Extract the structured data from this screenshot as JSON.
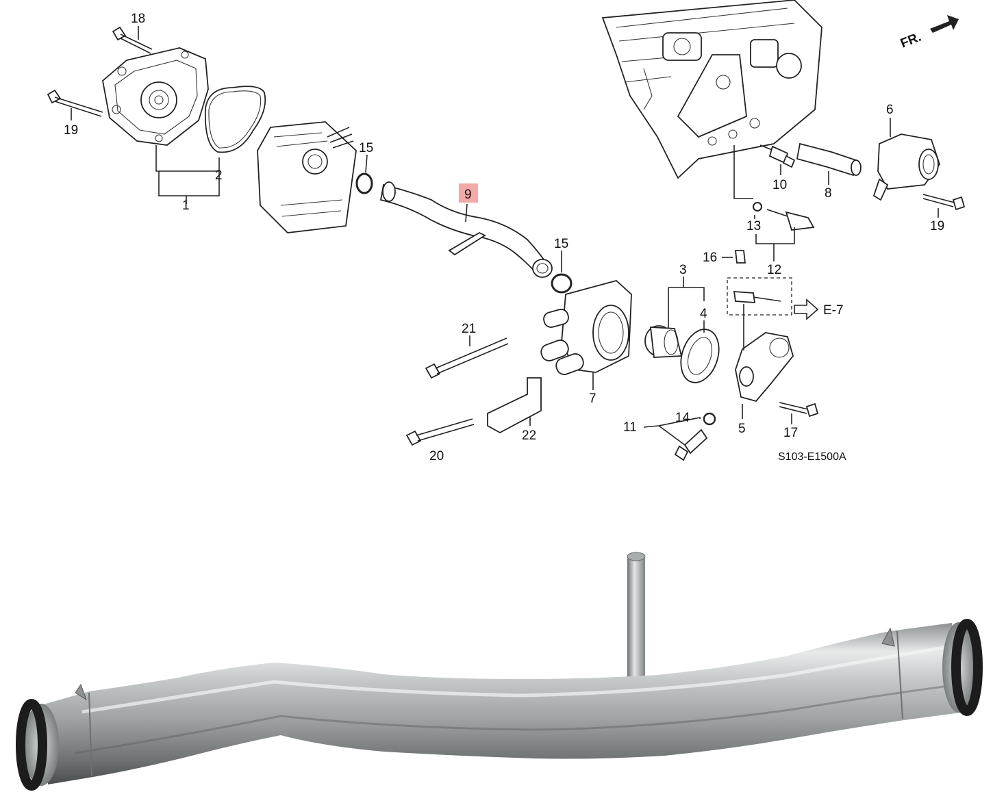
{
  "diagram": {
    "front_indicator": "FR.",
    "diagram_code": "S103-E1500A",
    "reference_arrow_label": "E-7",
    "highlighted_callout": "9",
    "highlight_color": "#f4a9a9",
    "callouts": {
      "c1": "1",
      "c2": "2",
      "c3": "3",
      "c4": "4",
      "c5": "5",
      "c6": "6",
      "c7": "7",
      "c8": "8",
      "c9": "9",
      "c10": "10",
      "c11": "11",
      "c12": "12",
      "c13": "13",
      "c14": "14",
      "c15a": "15",
      "c15b": "15",
      "c16": "16",
      "c17": "17",
      "c18": "18",
      "c19a": "19",
      "c19b": "19",
      "c20": "20",
      "c21": "21",
      "c22": "22"
    }
  },
  "photo": {
    "subject": "coolant-water-pipe",
    "metal_color": "#b9bcbd",
    "seal_color": "#1c1c1c"
  }
}
